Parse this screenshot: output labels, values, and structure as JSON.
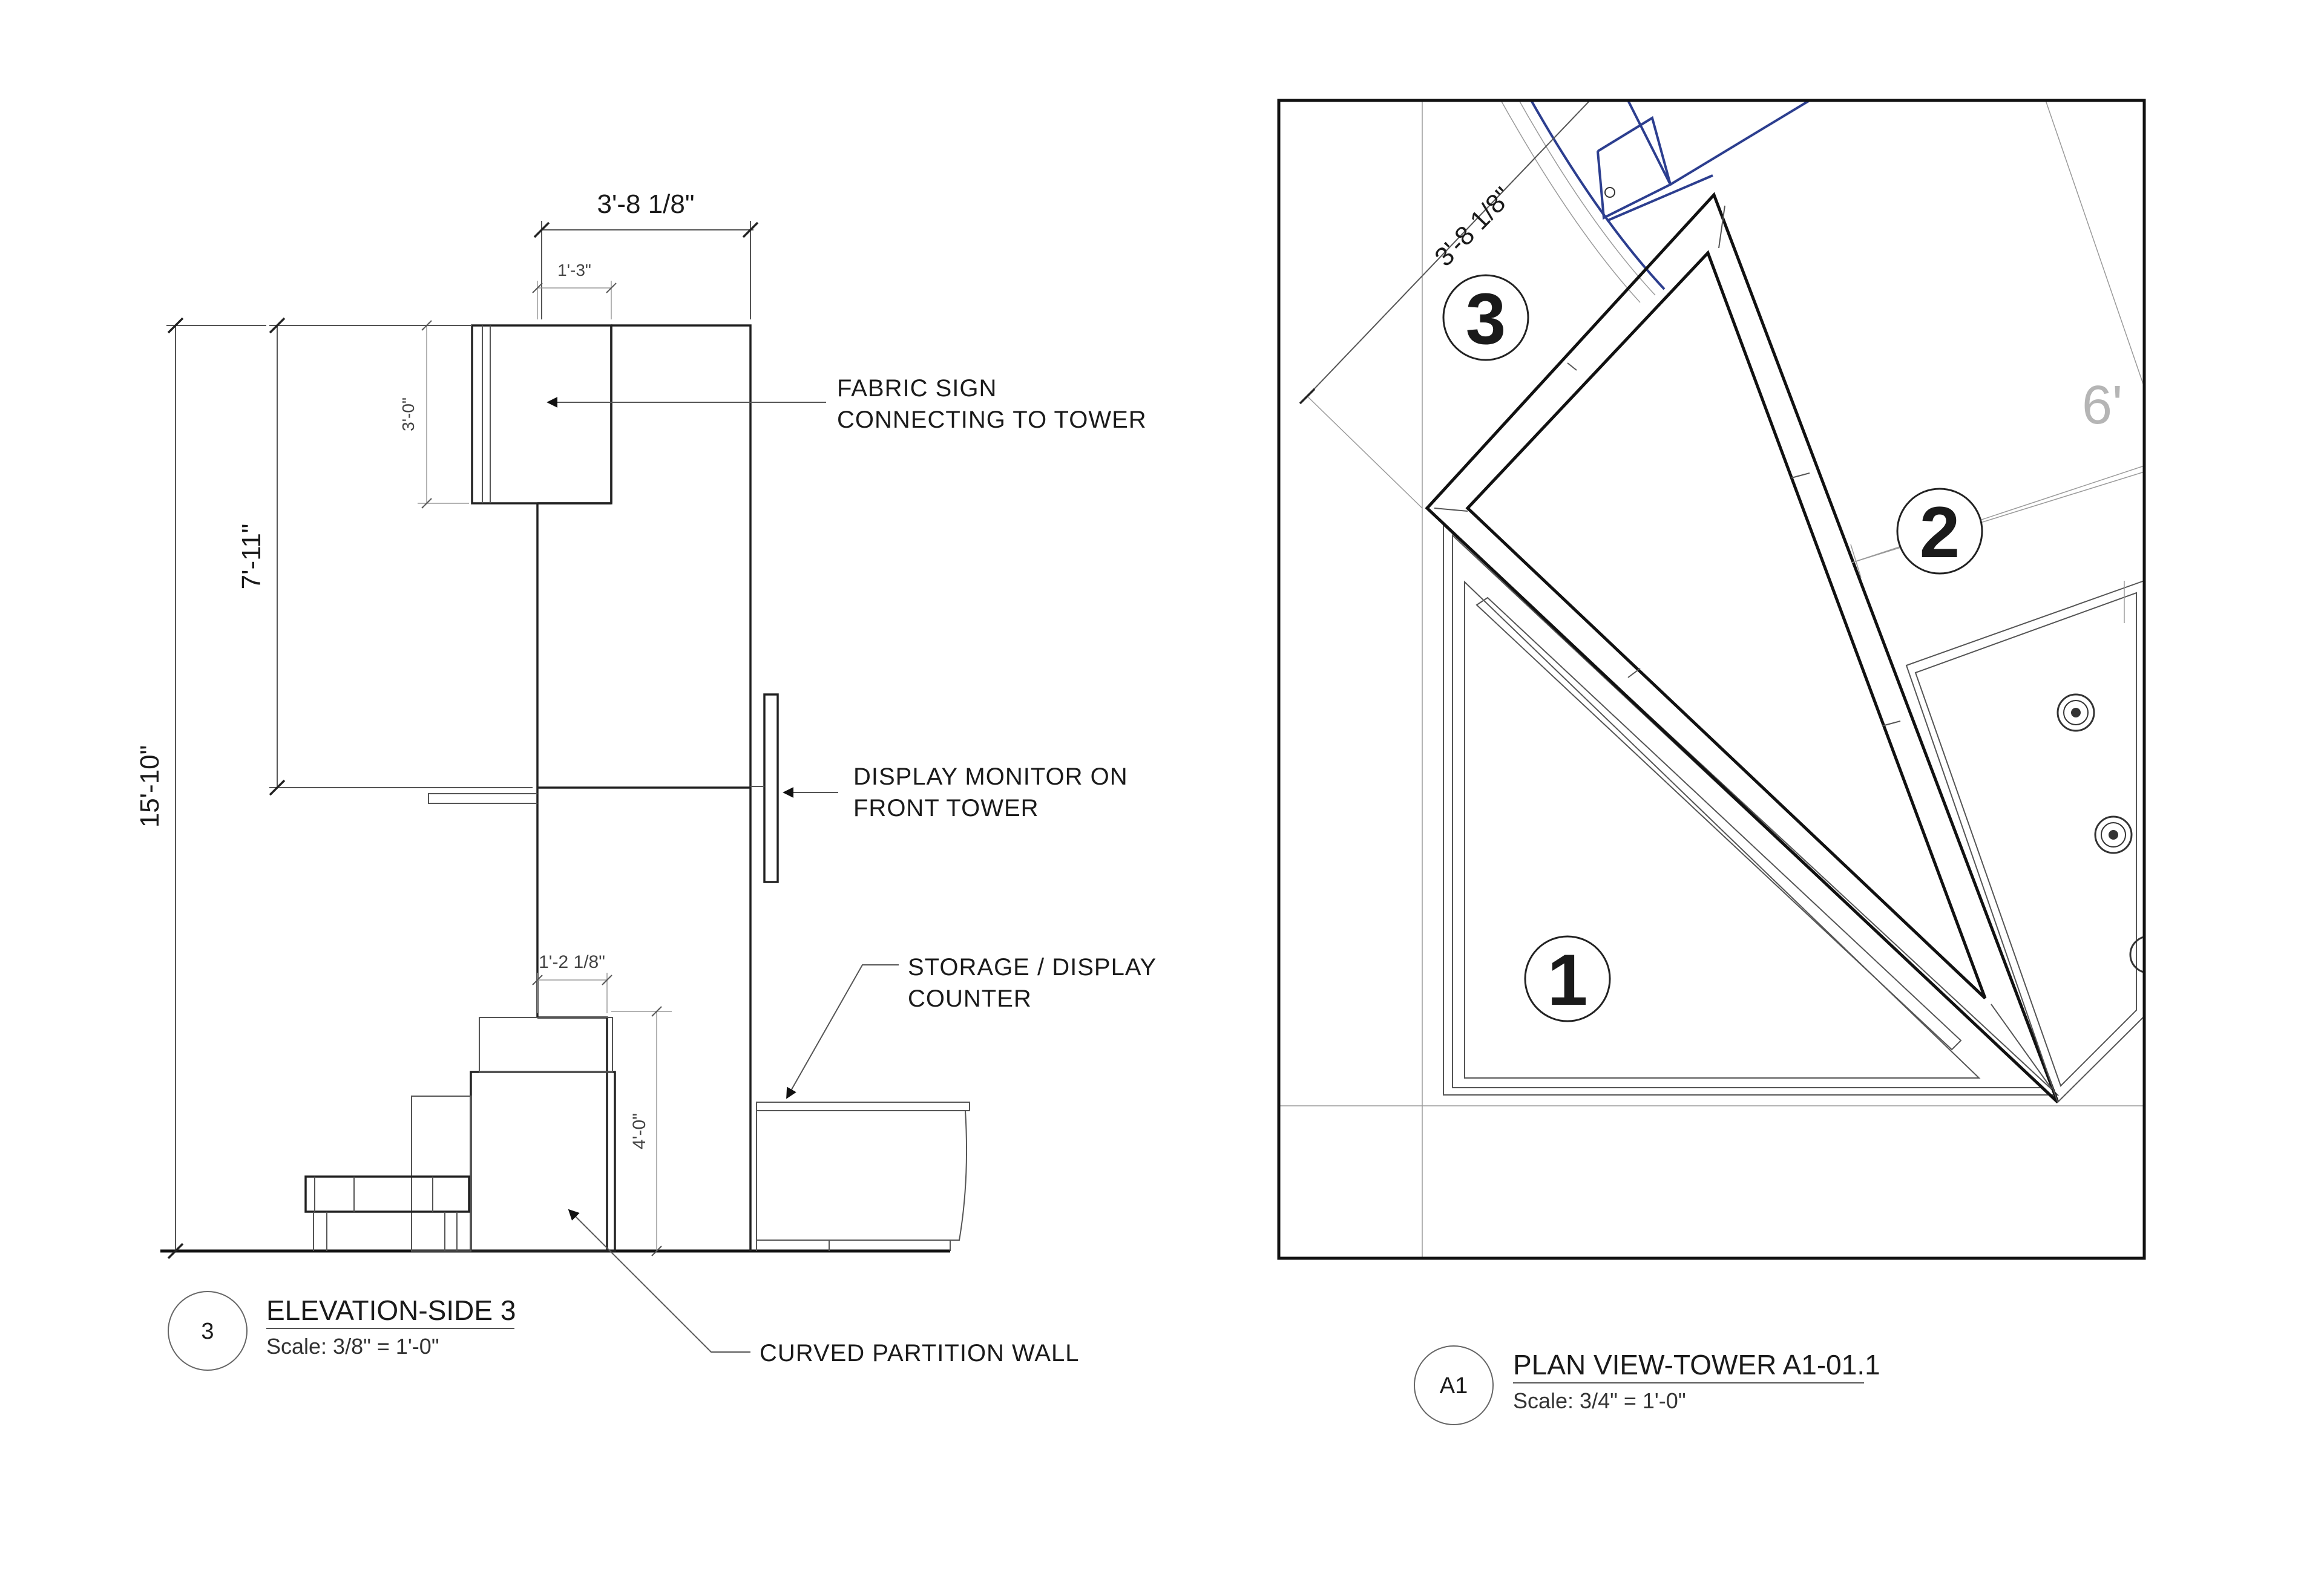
{
  "elevation": {
    "dimensions": {
      "top_width": "3'-8 1/8\"",
      "top_offset": "1'-3\"",
      "sign_height": "3'-0\"",
      "upper_height": "7'-11\"",
      "overall_height": "15'-10\"",
      "notch_width": "1'-2 1/8\"",
      "partition_height": "4'-0\""
    },
    "callouts": {
      "fabric_sign": [
        "FABRIC SIGN",
        "CONNECTING TO TOWER"
      ],
      "display_monitor": [
        "DISPLAY MONITOR ON",
        "FRONT TOWER"
      ],
      "storage_counter": [
        "STORAGE / DISPLAY",
        "COUNTER"
      ],
      "curved_partition": "CURVED PARTITION WALL"
    },
    "title_block": {
      "tag": "3",
      "title": "ELEVATION-SIDE 3",
      "scale": "Scale: 3/8\" = 1'-0\""
    }
  },
  "plan": {
    "dimension": "3'-8 1/8\"",
    "partial_dimension": "6'",
    "rooms": [
      "1",
      "2",
      "3"
    ],
    "title_block": {
      "tag": "A1",
      "title": "PLAN VIEW-TOWER A1-01.1",
      "scale": "Scale: 3/4\" = 1'-0\""
    }
  },
  "colors": {
    "line": "#1a1a1a",
    "accent_blue": "#2c3e8f",
    "faint_text": "#b5b5b5"
  }
}
